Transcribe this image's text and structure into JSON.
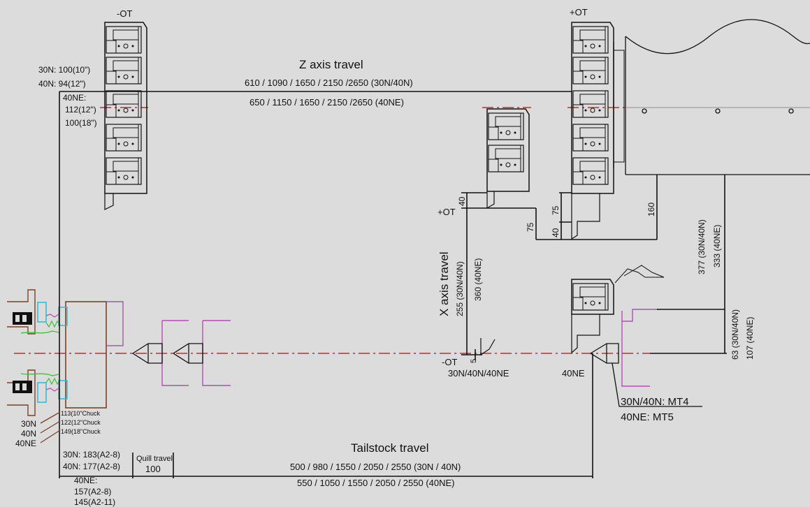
{
  "turret": {
    "left_ot_label": "-OT",
    "right_ot_label": "+OT",
    "left_offsets": {
      "l30n": "30N: 100(10\")",
      "l40n": "40N: 94(12\")",
      "l40ne": "40NE:",
      "l40ne_a": "112(12\")",
      "l40ne_b": "100(18\")"
    }
  },
  "z_axis": {
    "title": "Z axis travel",
    "values_30n40n": "610 / 1090 / 1650 / 2150 /2650 (30N/40N)",
    "values_40ne": "650 / 1150 / 1650 / 2150 /2650 (40NE)"
  },
  "x_axis": {
    "title": "X axis travel",
    "values_30n40n": "255 (30N/40N)",
    "values_40ne": "360 (40NE)",
    "plus_ot": "+OT",
    "minus_ot": "-OT",
    "minus_ot_models": "30N/40N/40NE",
    "dim_40_top": "40",
    "dim_5": "5",
    "dim_75_a": "75",
    "dim_75_b": "75",
    "dim_40_b": "40",
    "dim_160": "160",
    "dim_377": "377 (30N/40N)",
    "dim_333": "333 (40NE)",
    "dim_63": "63 (30N/40N)",
    "dim_107": "107 (40NE)",
    "label_40ne": "40NE"
  },
  "chuck": {
    "c113": "113(10\"Chuck",
    "c122": "122(12\"Chuck",
    "c149": "149(18\"Chuck",
    "m30n": "30N",
    "m40n": "40N",
    "m40ne": "40NE",
    "spindle_30n": "30N: 183(A2-8)",
    "spindle_40n": "40N: 177(A2-8)",
    "spindle_40ne": "40NE:",
    "spindle_40ne_a": "157(A2-8)",
    "spindle_40ne_b": "145(A2-11)"
  },
  "quill": {
    "label": "Quill travel",
    "value": "100"
  },
  "tailstock": {
    "title": "Tailstock travel",
    "values_30n40n": "500 / 980 / 1550 / 2050 / 2550 (30N / 40N)",
    "values_40ne": "550 / 1050 / 1550 / 2050 / 2550 (40NE)",
    "taper_30n40n": "30N/40N: MT4",
    "taper_40ne": "40NE: MT5"
  },
  "colors": {
    "background": "#dcdcdc",
    "line": "#111111",
    "centerline": "#e02020",
    "chuck_body": "#7a4226",
    "tailstock_outline": "#b050b0",
    "jaw_cyan": "#30b8d8",
    "spring_green": "#40c040"
  }
}
